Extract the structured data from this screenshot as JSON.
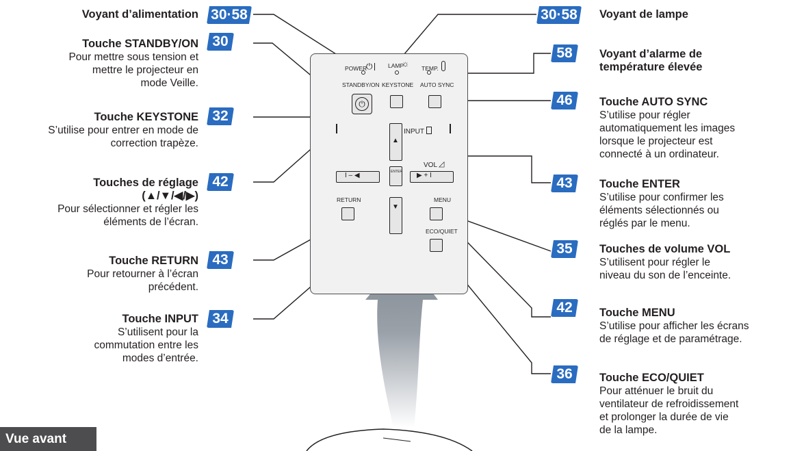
{
  "callouts": {
    "power_indicator": {
      "page": "30·58",
      "title": "Voyant d’alimentation"
    },
    "standby_on": {
      "page": "30",
      "title": "Touche STANDBY/ON",
      "desc": [
        "Pour mettre sous tension et",
        "mettre le projecteur en",
        "mode Veille."
      ]
    },
    "keystone": {
      "page": "32",
      "title": "Touche KEYSTONE",
      "desc": [
        "S’utilise pour entrer en mode de",
        "correction trapèze."
      ]
    },
    "adjust": {
      "page": "42",
      "title": [
        "Touches de réglage",
        "(▲/▼/◀/▶)"
      ],
      "desc": [
        "Pour sélectionner et régler les",
        "éléments de l’écran."
      ]
    },
    "return": {
      "page": "43",
      "title": "Touche RETURN",
      "desc": [
        "Pour retourner à l’écran",
        "précédent."
      ]
    },
    "input": {
      "page": "34",
      "title": "Touche INPUT",
      "desc": [
        "S’utilisent pour la",
        "commutation entre les",
        "modes d’entrée."
      ]
    },
    "lamp_indicator": {
      "page": "30·58",
      "title": "Voyant de lampe"
    },
    "temp_alarm": {
      "page": "58",
      "title": [
        "Voyant d’alarme de",
        "température élevée"
      ]
    },
    "auto_sync": {
      "page": "46",
      "title": "Touche AUTO SYNC",
      "desc": [
        "S’utilise pour régler",
        "automatiquement les images",
        "lorsque le projecteur est",
        "connecté à un ordinateur."
      ]
    },
    "enter": {
      "page": "43",
      "title": "Touche ENTER",
      "desc": [
        "S’utilise pour confirmer les",
        "éléments sélectionnés ou",
        "réglés par le menu."
      ]
    },
    "volume": {
      "page": "35",
      "title": "Touches de volume VOL",
      "desc": [
        "S’utilisent pour régler le",
        "niveau du son de l’enceinte."
      ]
    },
    "menu": {
      "page": "42",
      "title": "Touche MENU",
      "desc": [
        "S’utilise pour afficher les écrans",
        "de réglage et de paramétrage."
      ]
    },
    "eco_quiet": {
      "page": "36",
      "title": "Touche ECO/QUIET",
      "desc": [
        "Pour atténuer le bruit du",
        "ventilateur de refroidissement",
        "et prolonger la durée de vie",
        "de la lampe."
      ]
    }
  },
  "panel": {
    "power": "POWER",
    "lamp": "LAMP",
    "temp": "TEMP.",
    "standby_on": "STANDBY/ON",
    "keystone": "KEYSTONE",
    "auto_sync": "AUTO SYNC",
    "input": "INPUT",
    "enter": "ENTER",
    "vol": "VOL",
    "return": "RETURN",
    "menu": "MENU",
    "eco_quiet": "ECO/QUIET",
    "minus": "I  –  ◀",
    "plus": "▶  +  I"
  },
  "section_label": "Vue avant",
  "colors": {
    "badge": "#2a6cc0",
    "label_bg": "#4d4d4f",
    "panel": "#f1f1f2"
  }
}
